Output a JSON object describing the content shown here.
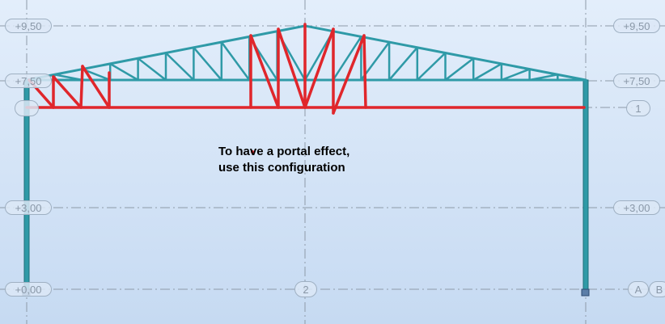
{
  "levels": {
    "top": "+9,50",
    "eaves": "+7,50",
    "mid": "+3,00",
    "ground": "+0,00"
  },
  "grid_axes": {
    "axis_1": "1",
    "axis_2": "2",
    "axis_a": "A",
    "axis_b": "B"
  },
  "annotation": {
    "line1": "To have a portal effect,",
    "line2": "use this configuration"
  },
  "colors": {
    "background_top": "#e3eefb",
    "background_bottom": "#c6daf2",
    "steel_member": "#2f9aa7",
    "highlight": "#e0262b",
    "grid_line": "#8e9aa8"
  }
}
